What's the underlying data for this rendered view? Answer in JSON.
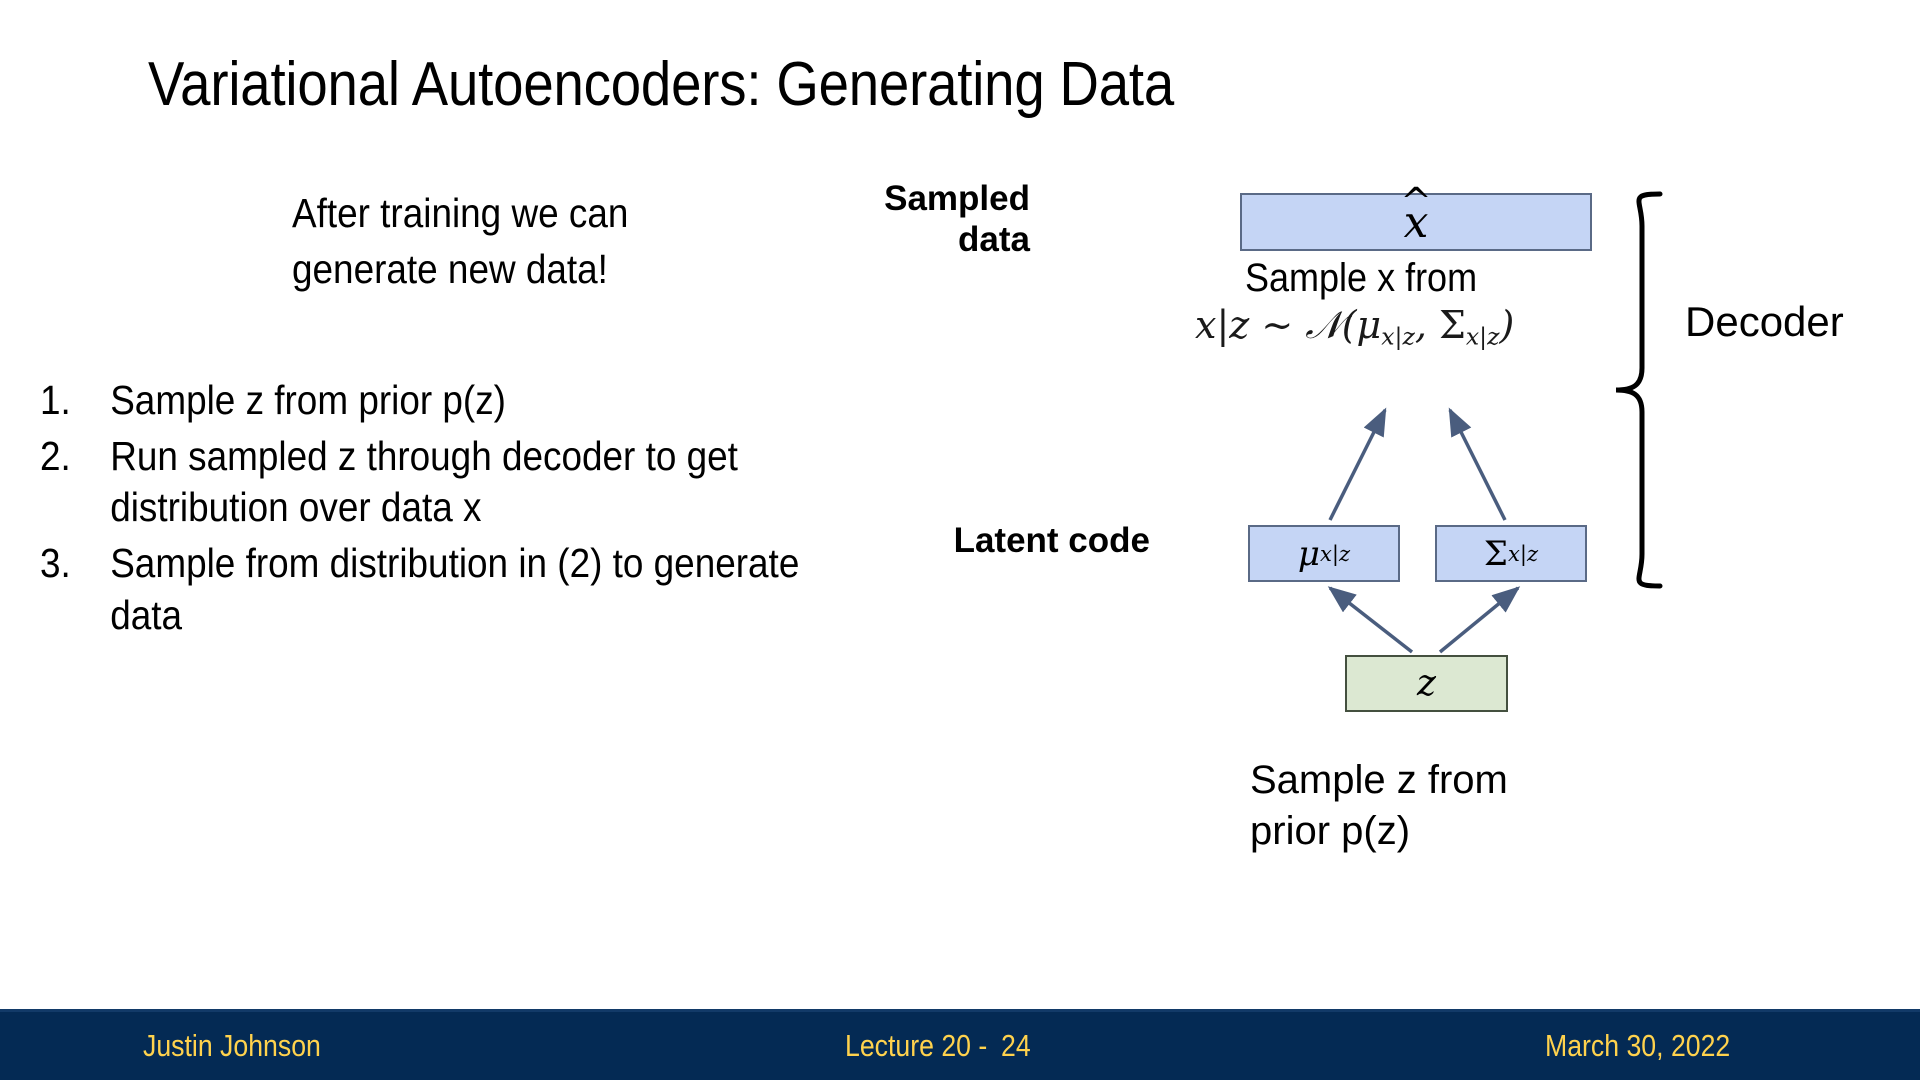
{
  "slide": {
    "title": "Variational Autoencoders: Generating Data",
    "intro": "After training we can generate new data!",
    "steps": [
      {
        "num": "1.",
        "text": "Sample z from prior p(z)"
      },
      {
        "num": "2.",
        "text": "Run sampled z through decoder to get distribution over data x"
      },
      {
        "num": "3.",
        "text": "Sample from distribution in (2) to generate data"
      }
    ]
  },
  "diagram": {
    "label_sampled_data": "Sampled data",
    "label_latent_code": "Latent code",
    "label_decoder": "Decoder",
    "caption_sample_x": "Sample x from",
    "caption_sample_z": "Sample z from prior p(z)",
    "formula_xz": "x|z ~ N(μₓ|ᵣ, Σₓ|ᵣ)",
    "box_xhat": "x̂",
    "box_mu": "μ",
    "box_mu_sub": "x|z",
    "box_sigma": "Σ",
    "box_sigma_sub": "x|z",
    "box_z": "z",
    "colors": {
      "box_blue_fill": "#c5d5f5",
      "box_green_fill": "#dce8d2",
      "box_border": "#5a6a86",
      "arrow": "#4a5d7e"
    }
  },
  "footer": {
    "author": "Justin Johnson",
    "lecture_label": "Lecture 20 -",
    "lecture_number": "24",
    "date": "March 30, 2022",
    "background": "#042a54",
    "text_color": "#ffd24d"
  }
}
